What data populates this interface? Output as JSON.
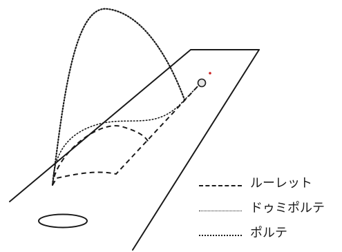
{
  "legend": {
    "roulette": "ルーレット",
    "demi_porte": "ドゥミポルテ",
    "porte": "ポルテ"
  },
  "colors": {
    "ink": "#1a1a1a",
    "marker": "#cc2222",
    "ball_fill": "#e6e6e6",
    "background": "#ffffff"
  }
}
